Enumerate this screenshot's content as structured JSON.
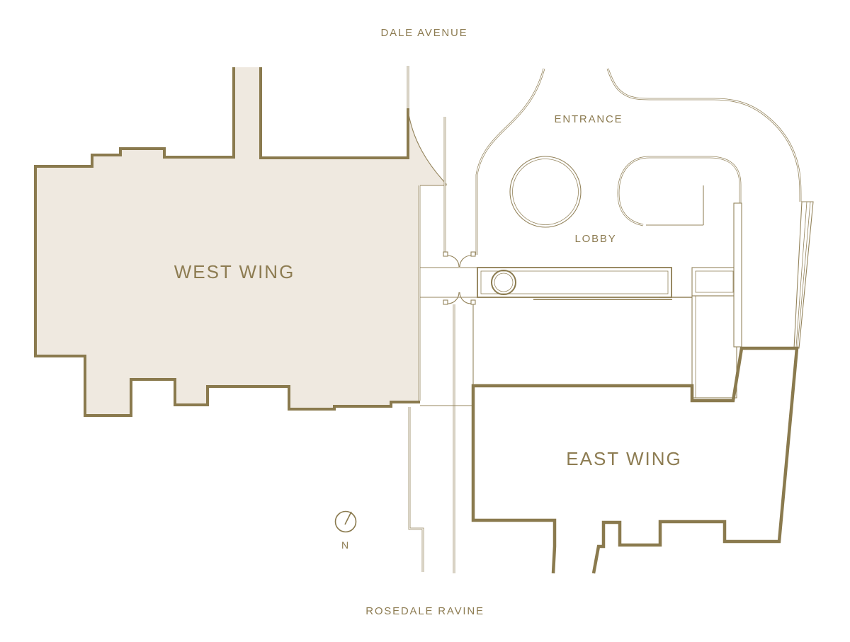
{
  "plan": {
    "labels": {
      "dale_avenue": "DALE AVENUE",
      "entrance": "ENTRANCE",
      "lobby": "LOBBY",
      "west_wing": "WEST WING",
      "east_wing": "EAST WING",
      "rosedale_ravine": "ROSEDALE RAVINE",
      "compass_north": "N"
    },
    "areas": [
      "West Wing",
      "East Wing",
      "Lobby",
      "Entrance"
    ],
    "streets": [
      "Dale Avenue",
      "Rosedale Ravine"
    ],
    "compass": {
      "label": "N",
      "needle_direction": "north-northeast"
    },
    "colors": {
      "line": "#8A7A4E",
      "line_thin": "#94845C",
      "text": "#8D7C52",
      "west_wing_fill": "#EFE9E0",
      "background": "#FFFFFF"
    }
  }
}
